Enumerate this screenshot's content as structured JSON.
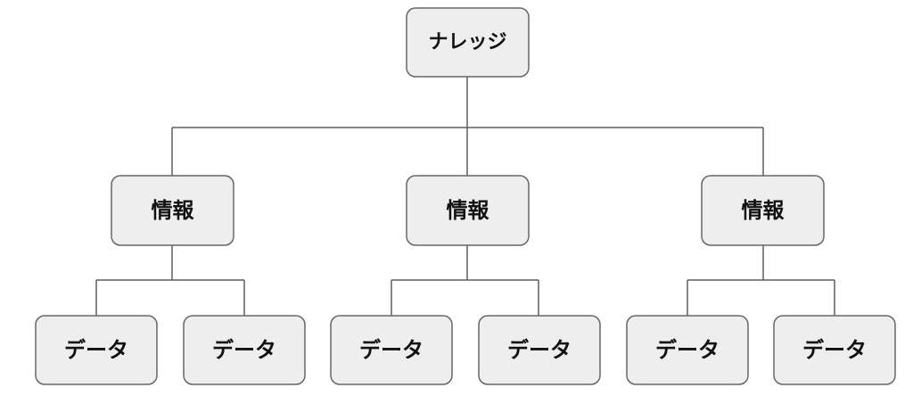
{
  "tree": {
    "root": {
      "label": "ナレッジ"
    },
    "branches": [
      {
        "label": "情報",
        "children": [
          {
            "label": "データ"
          },
          {
            "label": "データ"
          }
        ]
      },
      {
        "label": "情報",
        "children": [
          {
            "label": "データ"
          },
          {
            "label": "データ"
          }
        ]
      },
      {
        "label": "情報",
        "children": [
          {
            "label": "データ"
          },
          {
            "label": "データ"
          }
        ]
      }
    ]
  },
  "colors": {
    "node_fill": "#eeeeee",
    "node_border": "#666666",
    "connector": "#5f5f5f",
    "text": "#111111",
    "background": "#ffffff"
  }
}
